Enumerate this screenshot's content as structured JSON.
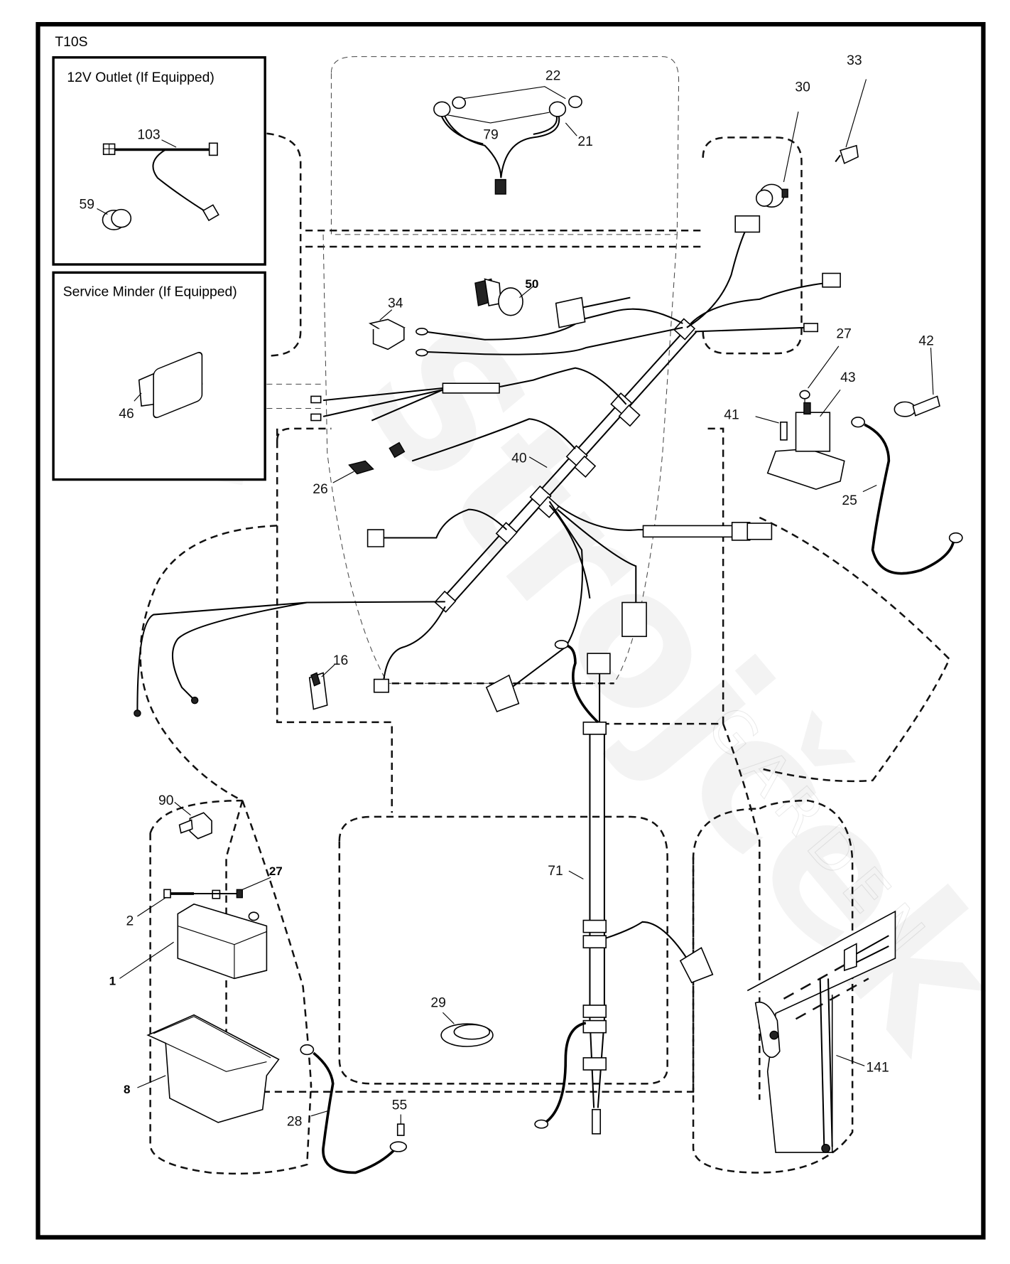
{
  "diagram": {
    "model_code": "T10S",
    "watermark": {
      "brand": "Strojček",
      "sub": "GARDEN"
    },
    "insets": [
      {
        "title": "12V Outlet (If Equipped)",
        "parts": [
          "103",
          "59"
        ]
      },
      {
        "title": "Service Minder (If Equipped)",
        "parts": [
          "46"
        ]
      }
    ],
    "part_labels": {
      "p103": "103",
      "p59": "59",
      "p46": "46",
      "p22": "22",
      "p79": "79",
      "p21": "21",
      "p30": "30",
      "p33": "33",
      "p34": "34",
      "p50": "50",
      "p27a": "27",
      "p42": "42",
      "p41": "41",
      "p43": "43",
      "p25": "25",
      "p26": "26",
      "p40": "40",
      "p16": "16",
      "p90": "90",
      "p2": "2",
      "p27b": "27",
      "p1": "1",
      "p8": "8",
      "p28": "28",
      "p55": "55",
      "p29": "29",
      "p71": "71",
      "p141": "141"
    }
  }
}
